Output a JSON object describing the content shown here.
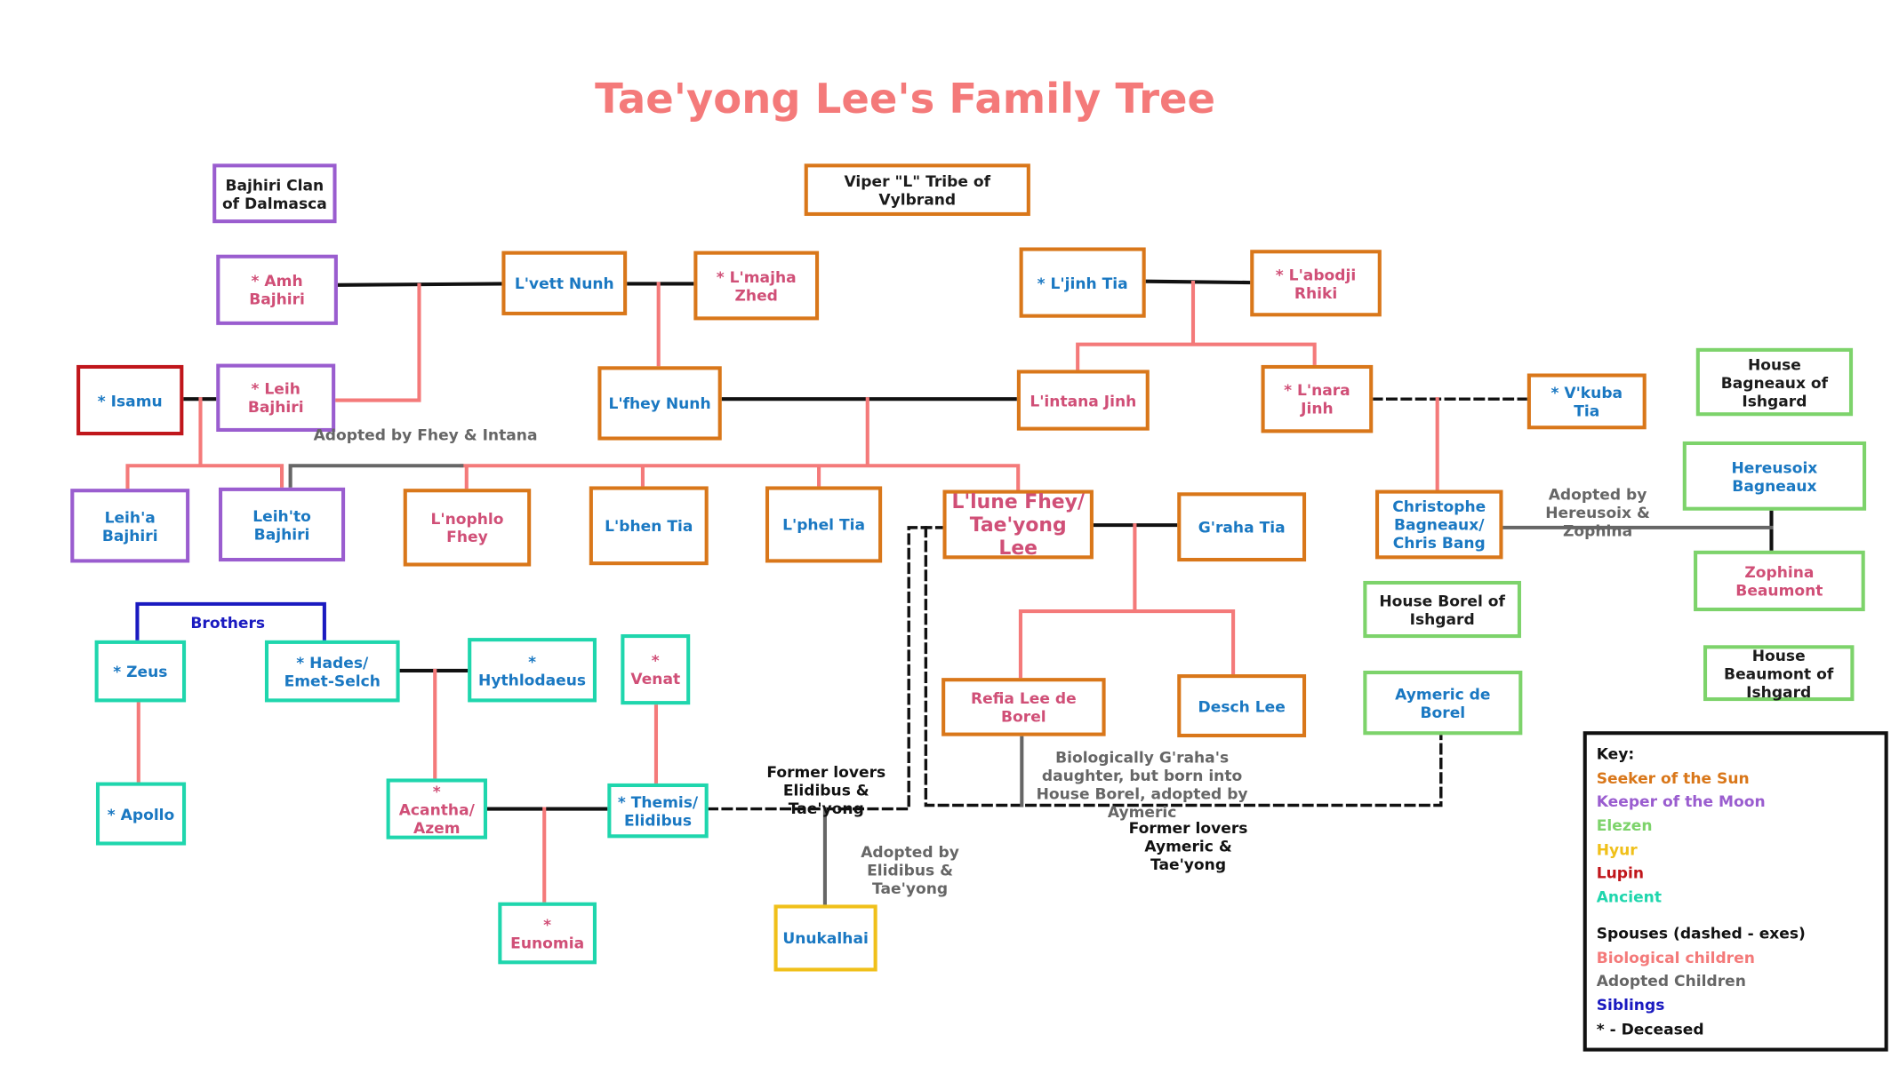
{
  "title": "Tae'yong Lee's Family Tree",
  "colors": {
    "seeker": "#d9771a",
    "keeper": "#9a5dcf",
    "elezen": "#7dd36b",
    "hyur": "#f0c01a",
    "lupin": "#c0161b",
    "ancient": "#1fd6ad",
    "bio": "#f47a7a",
    "adopted": "#666666",
    "sibling": "#1a1ac0"
  },
  "nodes": {
    "bajhiri_clan": "Bajhiri Clan of Dalmasca",
    "viper_tribe": "Viper \"L\" Tribe of Vylbrand",
    "amh": "* Amh Bajhiri",
    "lvett": "L'vett Nunh",
    "lmajha": "* L'majha Zhed",
    "ljinh": "* L'jinh Tia",
    "labodji": "* L'abodji Rhiki",
    "isamu": "* Isamu",
    "leih": "* Leih Bajhiri",
    "lfhey": "L'fhey Nunh",
    "lintana": "L'intana Jinh",
    "lnara": "* L'nara Jinh",
    "vkuba": "* V'kuba Tia",
    "house_bagneaux": "House Bagneaux of Ishgard",
    "hereusoix": "Hereusoix Bagneaux",
    "leiha": "Leih'a Bajhiri",
    "leihto": "Leih'to Bajhiri",
    "lnophlo": "L'nophlo Fhey",
    "lbhen": "L'bhen Tia",
    "lphel": "L'phel Tia",
    "llune": "L'lune Fhey/ Tae'yong Lee",
    "graha": "G'raha Tia",
    "christophe": "Christophe Bagneaux/ Chris Bang",
    "zophina": "Zophina Beaumont",
    "house_borel": "House Borel of Ishgard",
    "house_beaumont": "House Beaumont of Ishgard",
    "zeus": "* Zeus",
    "hades": "* Hades/ Emet-Selch",
    "hythlodaeus": "* Hythlodaeus",
    "venat": "* Venat",
    "refia": "Refia Lee de Borel",
    "desch": "Desch Lee",
    "aymeric": "Aymeric de Borel",
    "apollo": "* Apollo",
    "acantha": "* Acantha/ Azem",
    "themis": "* Themis/ Elidibus",
    "eunomia": "* Eunomia",
    "unukalhai": "Unukalhai"
  },
  "notes": {
    "adopted_fhey_intana": "Adopted by Fhey & Intana",
    "adopted_hereusoix": "Adopted by Hereusoix & Zophina",
    "brothers": "Brothers",
    "former_lovers_elidibus": "Former lovers Elidibus & Tae'yong",
    "biological_graha": "Biologically G'raha's daughter, but born into House Borel, adopted by Aymeric",
    "adopted_elidibus": "Adopted by Elidibus & Tae'yong",
    "former_lovers_aymeric": "Former lovers Aymeric & Tae'yong"
  },
  "key": {
    "heading": "Key:",
    "seeker": "Seeker of the Sun",
    "keeper": "Keeper of the Moon",
    "elezen": "Elezen",
    "hyur": "Hyur",
    "lupin": "Lupin",
    "ancient": "Ancient",
    "spouses": "Spouses (dashed - exes)",
    "bio": "Biological children",
    "adopted": "Adopted Children",
    "siblings": "Siblings",
    "deceased": "* - Deceased"
  }
}
